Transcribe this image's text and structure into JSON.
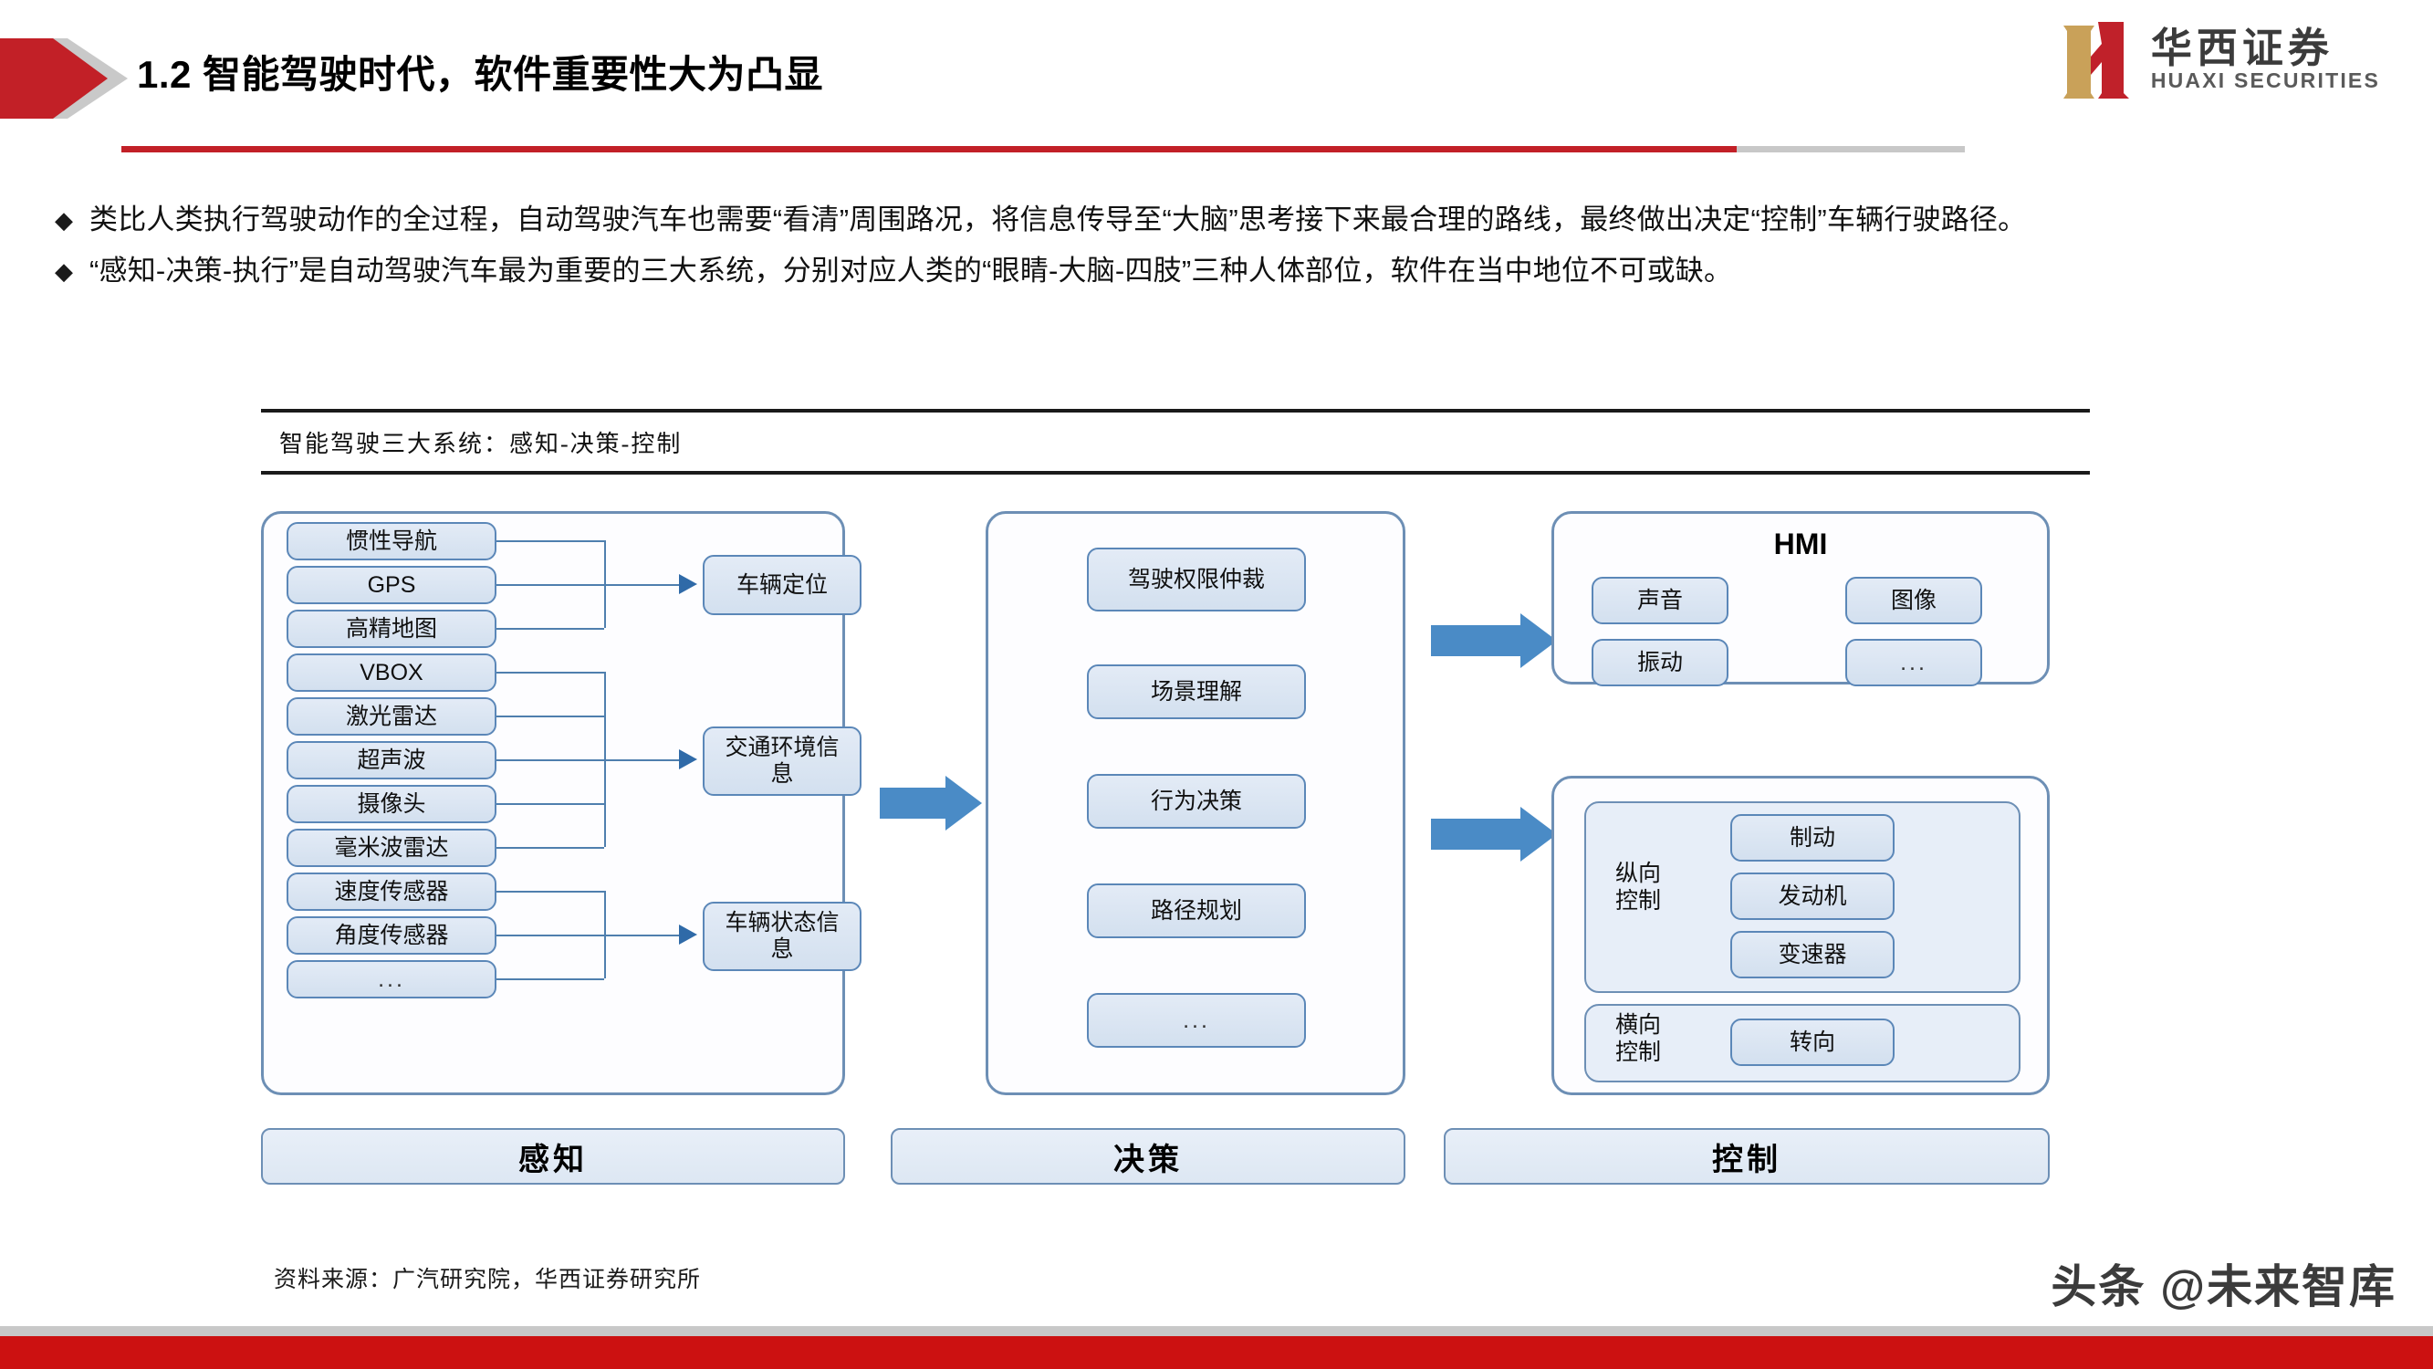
{
  "header": {
    "title": "1.2 智能驾驶时代，软件重要性大为凸显",
    "logo": {
      "cn": "华西证券",
      "en": "HUAXI SECURITIES",
      "mark_name": "huaxi-h-logo"
    },
    "accent_red": "#c22027",
    "accent_grey": "#c9c9c9"
  },
  "bullets": [
    {
      "marker": "◆",
      "text": "类比人类执行驾驶动作的全过程，自动驾驶汽车也需要“看清”周围路况，将信息传导至“大脑”思考接下来最合理的路线，最终做出决定“控制”车辆行驶路径。"
    },
    {
      "marker": "◆",
      "text": "“感知-决策-执行”是自动驾驶汽车最为重要的三大系统，分别对应人类的“眼睛-大脑-四肢”三种人体部位，软件在当中地位不可或缺。"
    }
  ],
  "figure": {
    "title": "智能驾驶三大系统：感知-决策-控制",
    "source": "资料来源：广汽研究院，华西证券研究所",
    "node_fill": "#d9e4f2",
    "node_border": "#5b87b8",
    "arrow_color": "#4a8bc6",
    "perception": {
      "sensors": [
        "惯性导航",
        "GPS",
        "高精地图",
        "VBOX",
        "激光雷达",
        "超声波",
        "摄像头",
        "毫米波雷达",
        "速度传感器",
        "角度传感器",
        "..."
      ],
      "outputs": [
        "车辆定位",
        "交通环境信息",
        "车辆状态信息"
      ]
    },
    "decision": {
      "items": [
        "驾驶权限仲裁",
        "场景理解",
        "行为决策",
        "路径规划",
        "..."
      ]
    },
    "control": {
      "hmi": {
        "title": "HMI",
        "items": [
          "声音",
          "图像",
          "振动",
          "..."
        ]
      },
      "longitudinal": {
        "label": "纵向\n控制",
        "label_line1": "纵向",
        "label_line2": "控制",
        "items": [
          "制动",
          "发动机",
          "变速器"
        ]
      },
      "lateral": {
        "label_line1": "横向",
        "label_line2": "控制",
        "items": [
          "转向"
        ]
      }
    },
    "stages": [
      "感知",
      "决策",
      "控制"
    ]
  },
  "watermark": "头条 @未来智库"
}
